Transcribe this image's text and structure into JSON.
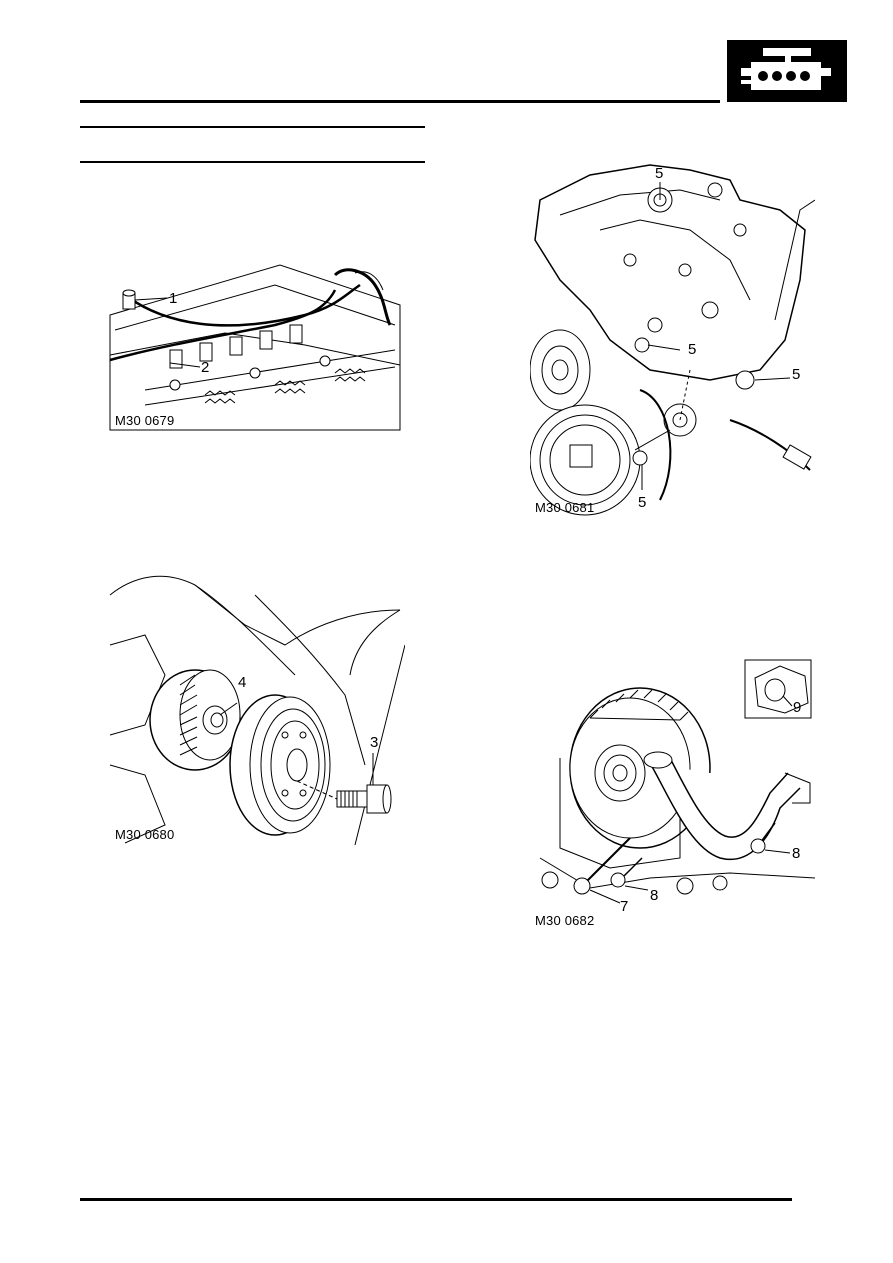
{
  "header": {
    "section_icon": "engine-icon"
  },
  "figures": [
    {
      "id": "fig1",
      "caption": "M30 0679",
      "callouts": [
        "1",
        "2"
      ]
    },
    {
      "id": "fig2",
      "caption": "M30 0680",
      "callouts": [
        "4",
        "3"
      ]
    },
    {
      "id": "fig3",
      "caption": "M30 0681",
      "callouts": [
        "5",
        "5",
        "5",
        "5"
      ]
    },
    {
      "id": "fig4",
      "caption": "M30 0682",
      "callouts": [
        "9",
        "8",
        "7",
        "8"
      ]
    }
  ]
}
